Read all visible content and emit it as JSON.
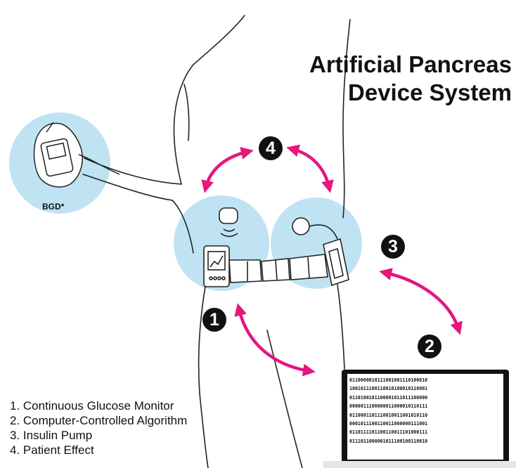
{
  "title": {
    "line1": "Artificial Pancreas",
    "line2": "Device System"
  },
  "bgd_label": "BGD*",
  "markers": [
    "1",
    "2",
    "3",
    "4"
  ],
  "legend": [
    "1. Continuous Glucose Monitor",
    "2. Computer-Controlled Algorithm",
    "3. Insulin Pump",
    "4. Patient Effect"
  ],
  "laptop_code": [
    "0110000010111001001110100010",
    "1001011100110010100010110001",
    "0110100101100001011011100000",
    "0000011100000011000010110111",
    "0110001101110010011001010110",
    "0001011100110011000000111001",
    "0110111101100110011101000111",
    "0111011000001011100100110010"
  ],
  "colors": {
    "accent": "#e5177e",
    "zone": "#bfe3f3",
    "ink": "#111111"
  }
}
